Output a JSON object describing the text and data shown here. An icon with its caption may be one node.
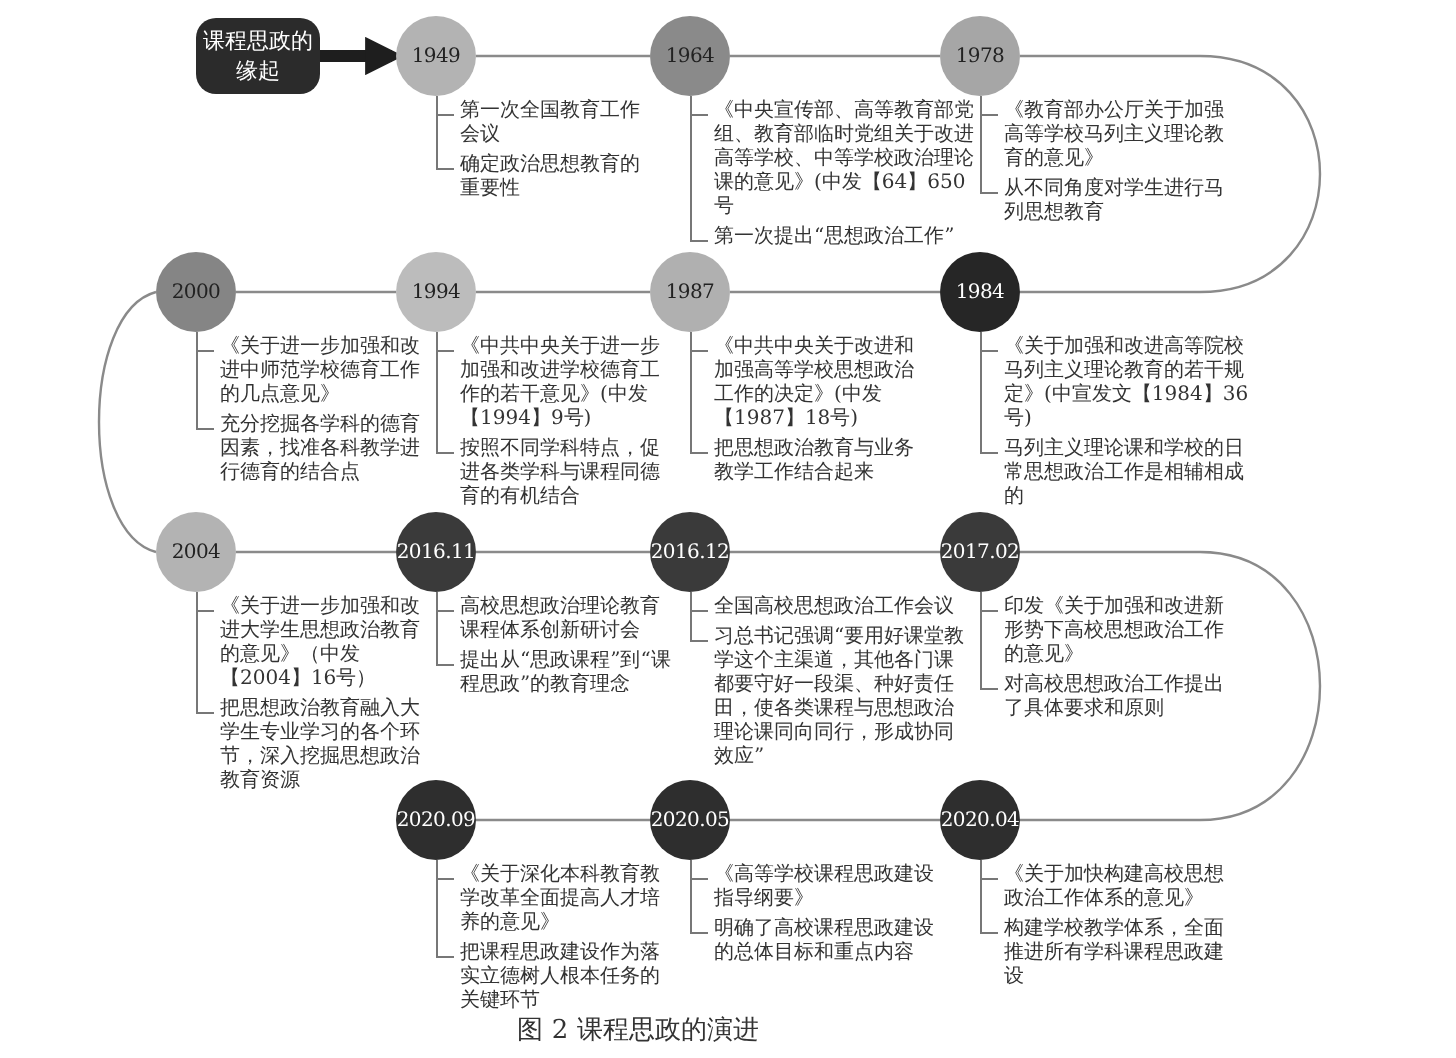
{
  "diagram": {
    "caption": "图 2 课程思政的演进",
    "nodes": [
      {
        "text": [
          "课程思政的缘起"
        ]
      },
      {
        "text": [
          "1949"
        ],
        "beside": [
          "第一次全国教育工作会议",
          "确定政治思想教育的重要性"
        ]
      },
      {
        "text": [
          "1964"
        ],
        "beside": [
          "《中央宣传部、高等教育部党组、教育部临时党组关于改进高等学校、中等学校政治理论课的意见》(中发【64】650号",
          "第一次提出“思想政治工作”"
        ]
      },
      {
        "text": [
          "1978"
        ],
        "beside": [
          "《教育部办公厅关于加强高等学校马列主义理论教育的意见》",
          "从不同角度对学生进行马列思想教育"
        ]
      },
      {
        "text": [
          "1984"
        ],
        "beside": [
          "《关于加强和改进高等院校马列主义理论教育的若干规定》(中宣发文【1984】36号)",
          "马列主义理论课和学校的日常思想政治工作是相辅相成的"
        ]
      },
      {
        "text": [
          "1987"
        ],
        "beside": [
          "《中共中央关于改进和加强高等学校思想政治工作的决定》(中发【1987】18号)",
          "把思想政治教育与业务教学工作结合起来"
        ]
      },
      {
        "text": [
          "1994"
        ],
        "beside": [
          "《中共中央关于进一步加强和改进学校德育工作的若干意见》(中发【1994】9号)",
          "按照不同学科特点，促进各类学科与课程同德育的有机结合"
        ]
      },
      {
        "text": [
          "2000"
        ],
        "beside": [
          "《关于进一步加强和改进中师范学校德育工作的几点意见》",
          "充分挖掘各学科的德育因素，找准各科教学进行德育的结合点"
        ]
      },
      {
        "text": [
          "2004"
        ],
        "beside": [
          "《关于进一步加强和改进大学生思想政治教育的意见》（中发【2004】16号）",
          "把思想政治教育融入大学生专业学习的各个环节，深入挖掘思想政治教育资源"
        ]
      },
      {
        "text": [
          "2016.11"
        ],
        "beside": [
          "高校思想政治理论教育课程体系创新研讨会",
          "提出从“思政课程”到“课程思政”的教育理念"
        ]
      },
      {
        "text": [
          "2016.12"
        ],
        "beside": [
          "全国高校思想政治工作会议",
          "习总书记强调“要用好课堂教学这个主渠道，其他各门课都要守好一段渠、种好责任田，使各类课程与思想政治理论课同向同行，形成协同效应”"
        ]
      },
      {
        "text": [
          "2017.02"
        ],
        "beside": [
          "印发《关于加强和改进新形势下高校思想政治工作的意见》",
          "对高校思想政治工作提出了具体要求和原则"
        ]
      },
      {
        "text": [
          "2020.04"
        ],
        "beside": [
          "《关于加快构建高校思想政治工作体系的意见》",
          "构建学校教学体系，全面推进所有学科课程思政建设"
        ]
      },
      {
        "text": [
          "2020.05"
        ],
        "beside": [
          "《高等学校课程思政建设指导纲要》",
          "明确了高校课程思政建设的总体目标和重点内容"
        ]
      },
      {
        "text": [
          "2020.09"
        ],
        "beside": [
          "《关于深化本科教育教学改革全面提高人才培养的意见》",
          "把课程思政建设作为落实立德树人根本任务的关键环节"
        ]
      }
    ],
    "edges": [
      {
        "from": 0,
        "to": 1,
        "arrow": "to",
        "style": "thick",
        "color": "#1e1e1e"
      },
      {
        "from": 1,
        "to": 2,
        "arrow": "none"
      },
      {
        "from": 2,
        "to": 3,
        "arrow": "none"
      },
      {
        "from": 3,
        "to": 4,
        "arrow": "none"
      },
      {
        "from": 4,
        "to": 5,
        "arrow": "none"
      },
      {
        "from": 5,
        "to": 6,
        "arrow": "none"
      },
      {
        "from": 6,
        "to": 7,
        "arrow": "none"
      },
      {
        "from": 7,
        "to": 8,
        "arrow": "none"
      },
      {
        "from": 8,
        "to": 9,
        "arrow": "none"
      },
      {
        "from": 9,
        "to": 10,
        "arrow": "none"
      },
      {
        "from": 10,
        "to": 11,
        "arrow": "none"
      },
      {
        "from": 11,
        "to": 12,
        "arrow": "none"
      },
      {
        "from": 12,
        "to": 13,
        "arrow": "none"
      },
      {
        "from": 13,
        "to": 14,
        "arrow": "none"
      }
    ]
  }
}
